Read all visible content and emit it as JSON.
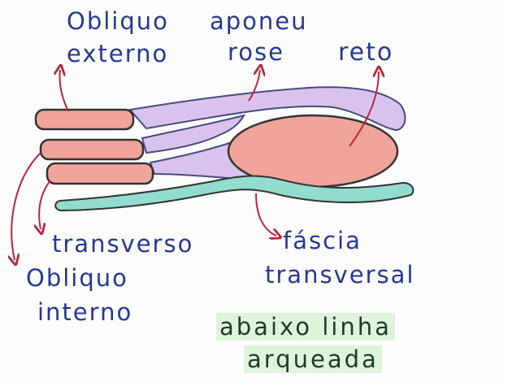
{
  "labels": {
    "obliquo_externo": [
      "Obliquo",
      "externo"
    ],
    "aponeurose": [
      "aponeu",
      "rose"
    ],
    "reto": "reto",
    "transverso": "transverso",
    "obliquo_interno": [
      "Obliquo",
      "interno"
    ],
    "fascia_transversal": [
      "fáscia",
      "transversal"
    ]
  },
  "caption": [
    "abaixo linha",
    "arqueada"
  ],
  "colors": {
    "muscle": "#f1a49a",
    "aponeurosis": "#d9c3ee",
    "fascia": "#92dcd0",
    "arrow": "#b5263c",
    "text": "#27388f",
    "caption_highlight": "#dff5db"
  }
}
